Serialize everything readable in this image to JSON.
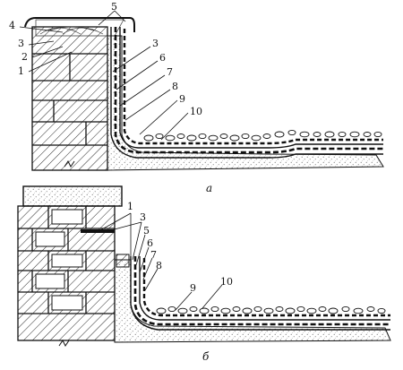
{
  "figure_a": {
    "caption": "а",
    "labels": [
      "4",
      "5",
      "3",
      "2",
      "1",
      "3",
      "6",
      "7",
      "8",
      "9",
      "10"
    ]
  },
  "figure_b": {
    "caption": "б",
    "labels": [
      "1",
      "3",
      "5",
      "6",
      "7",
      "8",
      "9",
      "10"
    ]
  },
  "colors": {
    "ink": "#111111",
    "paper": "#ffffff",
    "sand": "#9a9a9a"
  }
}
